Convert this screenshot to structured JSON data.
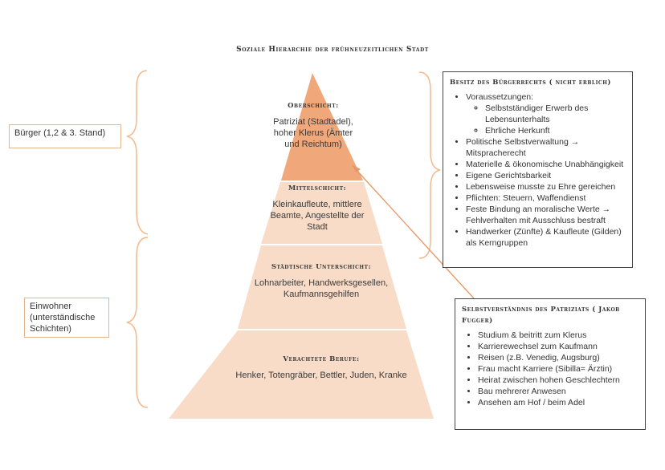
{
  "title": "Soziale Hierarchie der frühneuzeitlichen Stadt",
  "colors": {
    "accent": "#f0a779",
    "layer_light": "#f9dcc8",
    "brace": "#f2b98d",
    "arrow": "#e69766"
  },
  "left_labels": {
    "buerger": "Bürger (1,2 & 3. Stand)",
    "einwohner": "Einwohner (unterständische Schichten)"
  },
  "layers": [
    {
      "heading": "Oberschicht:",
      "text": "Patriziat (Stadtadel), hoher Klerus (Ämter und Reichtum)"
    },
    {
      "heading": "Mittelschicht:",
      "text": "Kleinkaufleute, mittlere Beamte, Angestellte der Stadt"
    },
    {
      "heading": "Städtische Unterschicht:",
      "text": "Lohnarbeiter, Handwerksgesellen, Kaufmannsgehilfen"
    },
    {
      "heading": "Verachtete Berufe:",
      "text": "Henker, Totengräber, Bettler, Juden, Kranke"
    }
  ],
  "box_buergerrecht": {
    "heading": "Besitz des Bürgerrechts ( nicht erblich)",
    "items": [
      {
        "text": "Voraussetzungen:",
        "sub": [
          "Selbstständiger Erwerb des Lebensunterhalts",
          "Ehrliche Herkunft"
        ]
      },
      {
        "text": "Politische Selbstverwaltung → Mitspracherecht"
      },
      {
        "text": "Materielle & ökonomische Unabhängigkeit"
      },
      {
        "text": "Eigene Gerichtsbarkeit"
      },
      {
        "text": "Lebensweise musste zu Ehre gereichen"
      },
      {
        "text": "Pflichten: Steuern, Waffendienst"
      },
      {
        "text": "Feste Bindung an moralische Werte → Fehlverhalten mit Ausschluss bestraft"
      },
      {
        "text": "Handwerker (Zünfte) & Kaufleute (Gilden) als Kerngruppen"
      }
    ]
  },
  "box_patriziat": {
    "heading": "Selbstverständnis des Patriziats ( Jakob Fugger)",
    "items": [
      "Studium & beitritt zum Klerus",
      "Karrierewechsel zum Kaufmann",
      "Reisen (z.B. Venedig, Augsburg)",
      "Frau macht Karriere (Sibilla= Ärztin)",
      "Heirat zwischen hohen Geschlechtern",
      "Bau mehrerer Anwesen",
      "Ansehen am Hof / beim Adel"
    ]
  }
}
